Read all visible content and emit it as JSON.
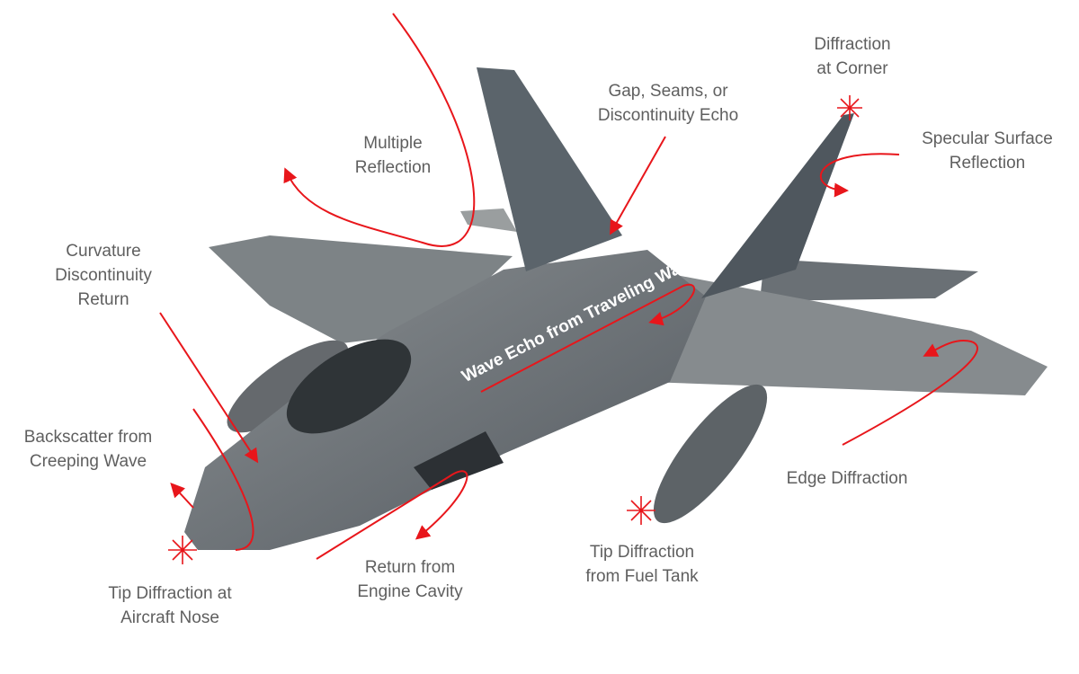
{
  "labels": {
    "diffraction_corner": [
      "Diffraction",
      "at Corner"
    ],
    "gap_seams": [
      "Gap, Seams, or",
      "Discontinuity Echo"
    ],
    "specular": [
      "Specular Surface",
      "Reflection"
    ],
    "multiple": [
      "Multiple",
      "Reflection"
    ],
    "curvature": [
      "Curvature",
      "Discontinuity",
      "Return"
    ],
    "backscatter": [
      "Backscatter from",
      "Creeping Wave"
    ],
    "edge": [
      "Edge Diffraction"
    ],
    "tip_fuel": [
      "Tip Diffraction",
      "from Fuel Tank"
    ],
    "engine": [
      "Return from",
      "Engine Cavity"
    ],
    "tip_nose": [
      "Tip Diffraction at",
      "Aircraft Nose"
    ],
    "traveling_wave": "Wave Echo from Traveling Wave"
  },
  "colors": {
    "arrow": "#e8161b",
    "label": "#5f5f5f",
    "airframe": "#6d7378"
  }
}
